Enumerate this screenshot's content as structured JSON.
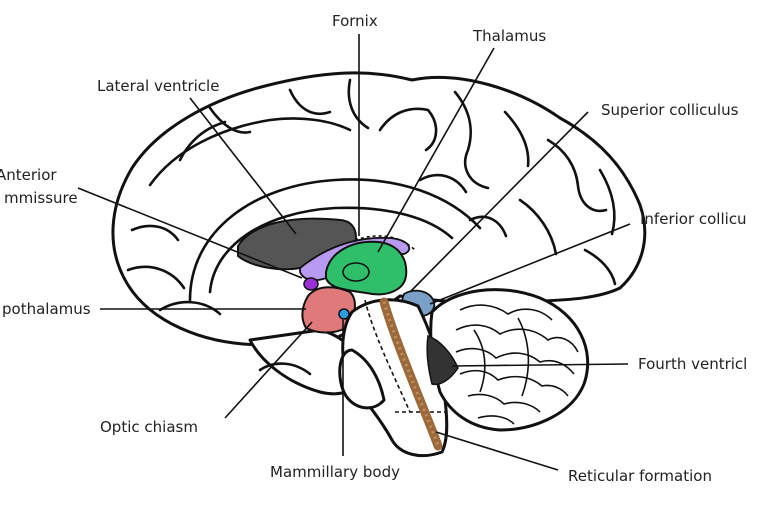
{
  "labels": {
    "fornix": "Fornix",
    "thalamus": "Thalamus",
    "lateral_ventricle": "Lateral ventricle",
    "superior_colliculus": "Superior colliculus",
    "anterior": "Anterior",
    "commissure": "mmissure",
    "inferior_colliculus": "Inferior collicu",
    "hypothalamus": "pothalamus",
    "fourth_ventricle": "Fourth ventricl",
    "optic_chiasm": "Optic chiasm",
    "mammillary_body": "Mammillary body",
    "reticular_formation": "Reticular formation"
  },
  "colors": {
    "ventricle": "#555555",
    "fornix": "#b89af0",
    "thalamus": "#2fbf6a",
    "hypothalamus": "#e07a7a",
    "anterior_commissure": "#9b30d8",
    "mammillary": "#2a9fe0",
    "colliculus": "#7aa0c8",
    "fourth_ventricle": "#333333",
    "reticular": "#9c6a3a"
  }
}
